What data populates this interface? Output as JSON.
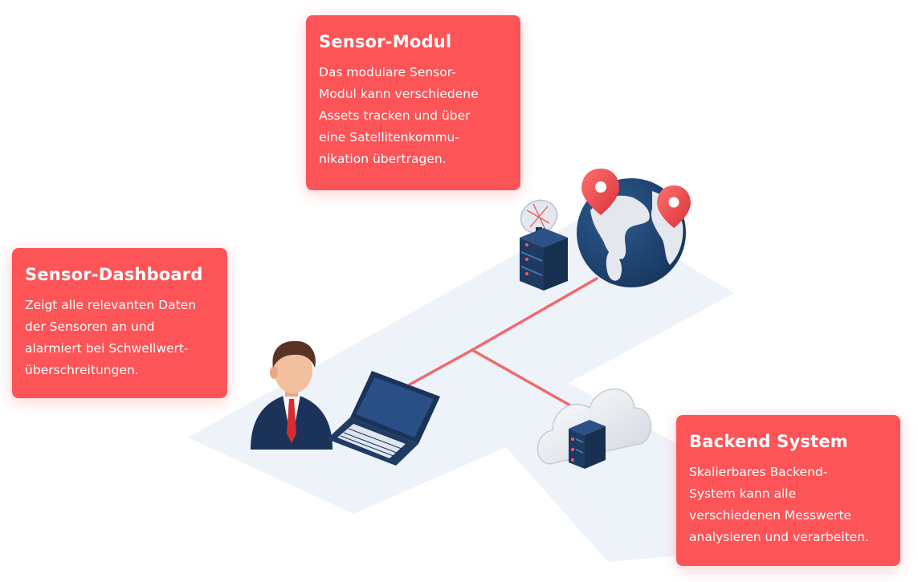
{
  "cards": {
    "sensor_modul": {
      "title": "Sensor-Modul",
      "text": "Das modulare Sensor-\nModul kann verschiedene\nAssets tracken und über\neine Satellitenkommu-\nnikation übertragen."
    },
    "dashboard": {
      "title": "Sensor-Dashboard",
      "text": "Zeigt alle relevanten Daten\nder Sensoren an und\nalarmiert bei Schwellwert-\nüberschreitungen."
    },
    "backend": {
      "title": "Backend System",
      "text": "Skalierbares Backend-\nSystem kann alle\nverschiedenen Messwerte\nanalysieren und verarbeiten."
    }
  },
  "colors": {
    "accent": "#fd5457",
    "connector": "#f06a6c",
    "floor": "#eef3fa",
    "navy": "#1d3a63",
    "globe_ocean": "#21497a",
    "globe_land": "#e4e8ee"
  },
  "icons": [
    "person-icon",
    "laptop-icon",
    "satellite-dish-icon",
    "server-icon",
    "globe-icon",
    "location-pin-icon",
    "cloud-server-icon"
  ]
}
